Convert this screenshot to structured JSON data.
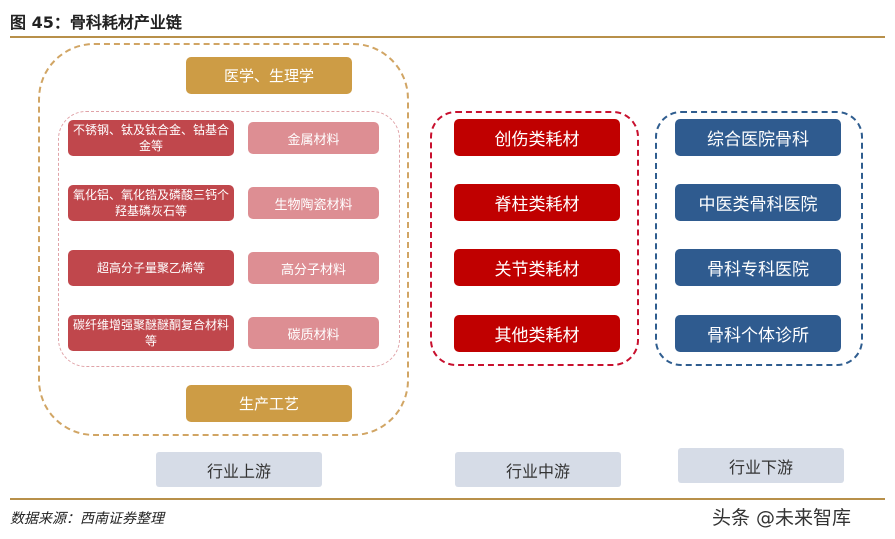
{
  "figure": {
    "title": "图 45：骨科耗材产业链"
  },
  "upstream": {
    "top_box": "医学、生理学",
    "bottom_box": "生产工艺",
    "materials": [
      {
        "source": "不锈钢、钛及钛合金、钴基合金等",
        "category": "金属材料"
      },
      {
        "source": "氧化铝、氧化锆及磷酸三钙个羟基磷灰石等",
        "category": "生物陶瓷材料"
      },
      {
        "source": "超高分子量聚乙烯等",
        "category": "高分子材料"
      },
      {
        "source": "碳纤维增强聚醚醚酮复合材料等",
        "category": "碳质材料"
      }
    ]
  },
  "midstream": {
    "items": [
      "创伤类耗材",
      "脊柱类耗材",
      "关节类耗材",
      "其他类耗材"
    ]
  },
  "downstream": {
    "items": [
      "综合医院骨科",
      "中医类骨科医院",
      "骨科专科医院",
      "骨科个体诊所"
    ]
  },
  "stages": {
    "up": "行业上游",
    "mid": "行业中游",
    "down": "行业下游"
  },
  "footer": {
    "source": "数据来源：西南证券整理",
    "watermark": "头条 @未来智库"
  },
  "colors": {
    "accent_gold": "#cd9c45",
    "midstream_red": "#c00000",
    "downstream_blue": "#2f5b8f",
    "material_dark": "#c0474c",
    "material_light": "#dd8e93",
    "stage_bg": "#d6dce7"
  }
}
